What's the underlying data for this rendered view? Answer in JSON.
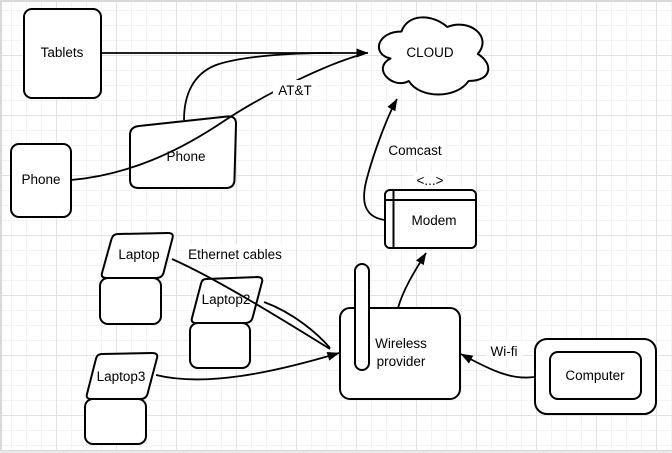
{
  "nodes": {
    "tablets": {
      "label": "Tablets"
    },
    "phone_left": {
      "label": "Phone"
    },
    "phone_middle": {
      "label": "Phone"
    },
    "cloud": {
      "label": "CLOUD"
    },
    "modem": {
      "label": "Modem",
      "annotation": "<...>"
    },
    "wireless_provider": {
      "label": "Wireless provider",
      "line1": "Wireless",
      "line2": "provider"
    },
    "computer": {
      "label": "Computer"
    },
    "laptop1": {
      "label": "Laptop"
    },
    "laptop2": {
      "label": "Laptop2"
    },
    "laptop3": {
      "label": "Laptop3"
    }
  },
  "edges": {
    "att": {
      "label": "AT&T"
    },
    "comcast": {
      "label": "Comcast"
    },
    "ethernet": {
      "label": "Ethernet cables"
    },
    "wifi": {
      "label": "Wi-fi"
    }
  },
  "colors": {
    "stroke": "#000000",
    "shape_fill": "#ffffff",
    "grid_minor": "#f3f3f3",
    "grid_major": "#e2e2e2",
    "background": "#ffffff"
  }
}
